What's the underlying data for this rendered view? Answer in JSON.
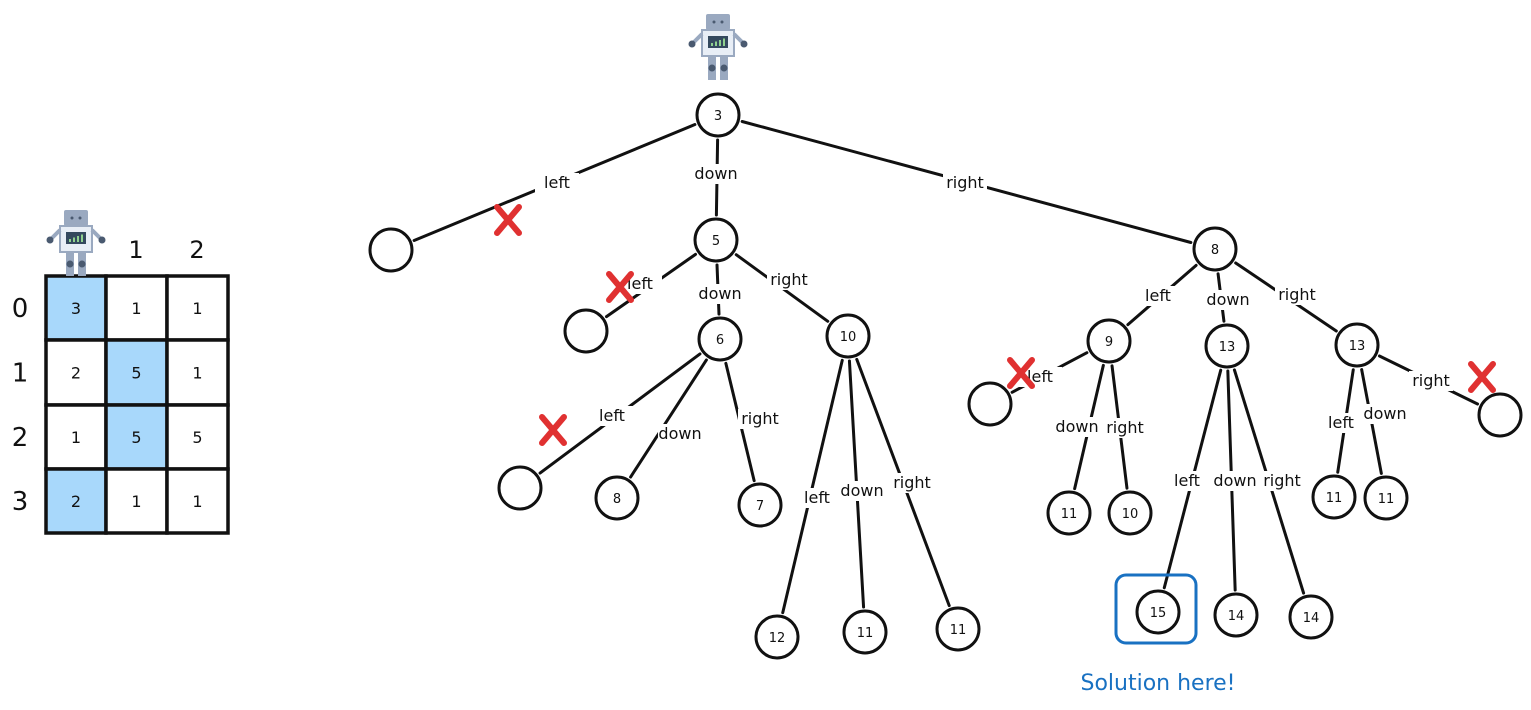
{
  "grid": {
    "col_headers": [
      "1",
      "2"
    ],
    "row_headers": [
      "0",
      "1",
      "2",
      "3"
    ],
    "cells": [
      [
        3,
        1,
        1
      ],
      [
        2,
        5,
        1
      ],
      [
        1,
        5,
        5
      ],
      [
        2,
        1,
        1
      ]
    ],
    "highlighted": [
      [
        0,
        0
      ],
      [
        1,
        1
      ],
      [
        2,
        1
      ],
      [
        3,
        0
      ]
    ],
    "highlight_color": "#a8d8fb"
  },
  "tree": {
    "nodes": [
      {
        "id": "root",
        "value": "3",
        "parent": null,
        "edge": null,
        "pruned": false
      },
      {
        "id": "a",
        "value": "",
        "parent": "root",
        "edge": "left",
        "pruned": true
      },
      {
        "id": "b",
        "value": "5",
        "parent": "root",
        "edge": "down",
        "pruned": false
      },
      {
        "id": "c",
        "value": "8",
        "parent": "root",
        "edge": "right",
        "pruned": false
      },
      {
        "id": "b1",
        "value": "",
        "parent": "b",
        "edge": "left",
        "pruned": true
      },
      {
        "id": "b2",
        "value": "6",
        "parent": "b",
        "edge": "down",
        "pruned": false
      },
      {
        "id": "b3",
        "value": "10",
        "parent": "b",
        "edge": "right",
        "pruned": false
      },
      {
        "id": "b21",
        "value": "",
        "parent": "b2",
        "edge": "left",
        "pruned": true
      },
      {
        "id": "b22",
        "value": "8",
        "parent": "b2",
        "edge": "down",
        "pruned": false
      },
      {
        "id": "b23",
        "value": "7",
        "parent": "b2",
        "edge": "right",
        "pruned": false
      },
      {
        "id": "b31",
        "value": "12",
        "parent": "b3",
        "edge": "left",
        "pruned": false
      },
      {
        "id": "b32",
        "value": "11",
        "parent": "b3",
        "edge": "down",
        "pruned": false
      },
      {
        "id": "b33",
        "value": "11",
        "parent": "b3",
        "edge": "right",
        "pruned": false
      },
      {
        "id": "c1",
        "value": "9",
        "parent": "c",
        "edge": "left",
        "pruned": false
      },
      {
        "id": "c2",
        "value": "13",
        "parent": "c",
        "edge": "down",
        "pruned": false
      },
      {
        "id": "c3",
        "value": "13",
        "parent": "c",
        "edge": "right",
        "pruned": false
      },
      {
        "id": "c11",
        "value": "",
        "parent": "c1",
        "edge": "left",
        "pruned": true
      },
      {
        "id": "c12",
        "value": "11",
        "parent": "c1",
        "edge": "down",
        "pruned": false
      },
      {
        "id": "c13",
        "value": "10",
        "parent": "c1",
        "edge": "right",
        "pruned": false
      },
      {
        "id": "c21",
        "value": "15",
        "parent": "c2",
        "edge": "left",
        "pruned": false,
        "solution": true
      },
      {
        "id": "c22",
        "value": "14",
        "parent": "c2",
        "edge": "down",
        "pruned": false
      },
      {
        "id": "c23",
        "value": "14",
        "parent": "c2",
        "edge": "right",
        "pruned": false
      },
      {
        "id": "c31",
        "value": "11",
        "parent": "c3",
        "edge": "left",
        "pruned": false
      },
      {
        "id": "c32",
        "value": "11",
        "parent": "c3",
        "edge": "down",
        "pruned": false
      },
      {
        "id": "c33",
        "value": "",
        "parent": "c3",
        "edge": "right",
        "pruned": true
      }
    ]
  },
  "solution_label": "Solution here!",
  "colors": {
    "prune": "#e03131",
    "solution": "#1971c2",
    "robot": "#9aa9c0"
  }
}
